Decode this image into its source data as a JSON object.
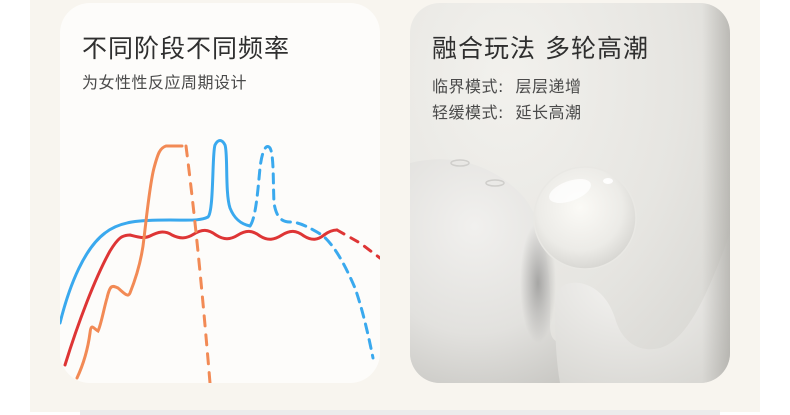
{
  "left_card": {
    "title": "不同阶段不同频率",
    "subtitle": "为女性性反应周期设计",
    "curve_colors": {
      "orange": "#f28a55",
      "blue": "#3aa9ee",
      "red": "#de3535"
    }
  },
  "right_card": {
    "title": "融合玩法 多轮高潮",
    "modes": [
      {
        "label": "临界模式:",
        "value": "层层递增"
      },
      {
        "label": "轻缓模式:",
        "value": "延长高潮"
      }
    ],
    "image_description": "white product render with clear glossy sphere"
  },
  "colors": {
    "panel_bg": "#f8f5ef",
    "card_bg": "#fdfcfa"
  }
}
